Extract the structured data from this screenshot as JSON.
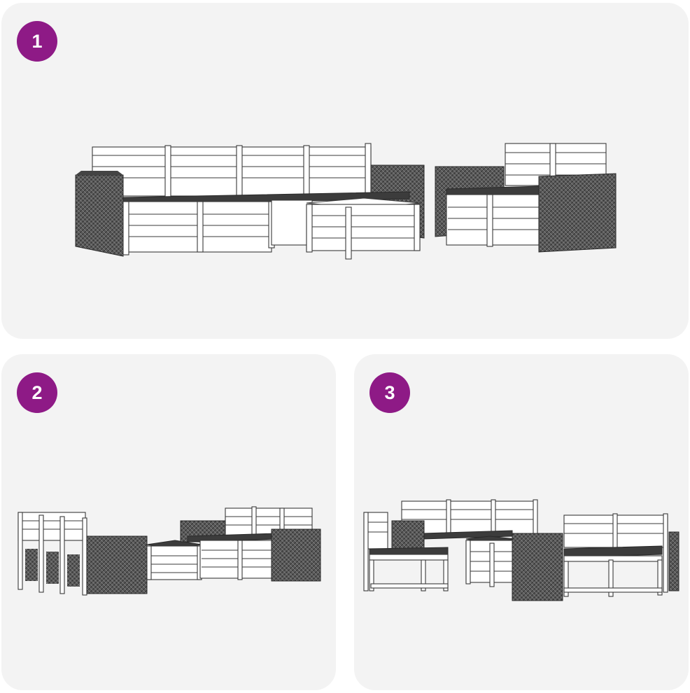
{
  "panels": [
    {
      "badge": "1",
      "label": "configuration-1"
    },
    {
      "badge": "2",
      "label": "configuration-2"
    },
    {
      "badge": "3",
      "label": "configuration-3"
    }
  ],
  "colors": {
    "panel_bg": "#f3f3f3",
    "badge_bg": "#8e1a86",
    "badge_text": "#ffffff",
    "rattan": "#555555",
    "cushion": "#3c3c3c",
    "wood": "#ffffff"
  }
}
